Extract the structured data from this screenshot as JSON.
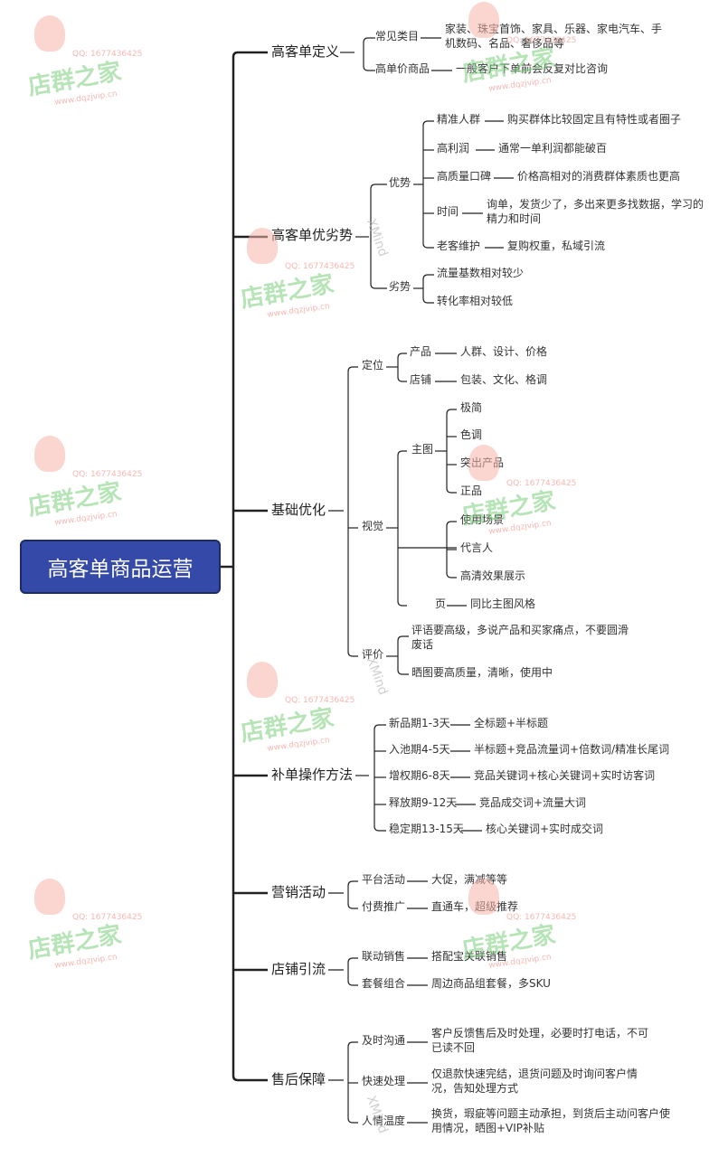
{
  "root": "高客单商品运营",
  "branches": [
    {
      "label": "高客单定义",
      "children": [
        {
          "label": "常见类目",
          "leaf": "家装、珠宝首饰、家具、乐器、家电汽车、手机数码、名品、奢侈品等"
        },
        {
          "label": "高单价商品",
          "leaf": "一般客户下单前会反复对比咨询"
        }
      ]
    },
    {
      "label": "高客单优劣势",
      "children": [
        {
          "label": "优势",
          "children": [
            {
              "label": "精准人群",
              "leaf": "购买群体比较固定且有特性或者圈子"
            },
            {
              "label": "高利润",
              "leaf": "通常一单利润都能破百"
            },
            {
              "label": "高质量口碑",
              "leaf": "价格高相对的消费群体素质也更高"
            },
            {
              "label": "时间",
              "leaf": "询单，发货少了，多出来更多找数据，学习的精力和时间"
            },
            {
              "label": "老客维护",
              "leaf": "复购权重，私域引流"
            }
          ]
        },
        {
          "label": "劣势",
          "children": [
            {
              "label": "流量基数相对较少"
            },
            {
              "label": "转化率相对较低"
            }
          ]
        }
      ]
    },
    {
      "label": "基础优化",
      "children": [
        {
          "label": "定位",
          "children": [
            {
              "label": "产品",
              "leaf": "人群、设计、价格"
            },
            {
              "label": "店铺",
              "leaf": "包装、文化、格调"
            }
          ]
        },
        {
          "label": "视觉",
          "children": [
            {
              "label": "主图",
              "children": [
                {
                  "label": "极简"
                },
                {
                  "label": "色调"
                },
                {
                  "label": "突出产品"
                },
                {
                  "label": "正品"
                }
              ]
            },
            {
              "label": "",
              "children": [
                {
                  "label": "使用场景"
                },
                {
                  "label": "代言人"
                },
                {
                  "label": "高清效果展示"
                }
              ]
            },
            {
              "label": "页",
              "leaf": "同比主图风格"
            }
          ]
        },
        {
          "label": "评价",
          "children": [
            {
              "label": "评语要高级，多说产品和买家痛点，不要圆滑废话"
            },
            {
              "label": "晒图要高质量，清晰，使用中"
            }
          ]
        }
      ]
    },
    {
      "label": "补单操作方法",
      "children": [
        {
          "label": "新品期1-3天",
          "leaf": "全标题+半标题"
        },
        {
          "label": "入池期4-5天",
          "leaf": "半标题+竞品流量词+倍数词/精准长尾词"
        },
        {
          "label": "增权期6-8天",
          "leaf": "竞品关键词+核心关键词+实时访客词"
        },
        {
          "label": "释放期9-12天",
          "leaf": "竞品成交词+流量大词"
        },
        {
          "label": "稳定期13-15天",
          "leaf": "核心关键词+实时成交词"
        }
      ]
    },
    {
      "label": "营销活动",
      "children": [
        {
          "label": "平台活动",
          "leaf": "大促，满减等等"
        },
        {
          "label": "付费推广",
          "leaf": "直通车，超级推荐"
        }
      ]
    },
    {
      "label": "店铺引流",
      "children": [
        {
          "label": "联动销售",
          "leaf": "搭配宝关联销售"
        },
        {
          "label": "套餐组合",
          "leaf": "周边商品组套餐，多SKU"
        }
      ]
    },
    {
      "label": "售后保障",
      "children": [
        {
          "label": "及时沟通",
          "leaf": "客户反馈售后及时处理，必要时打电话，不可已读不回"
        },
        {
          "label": "快速处理",
          "leaf": "仅退款快速完结，退货问题及时询问客户情况，告知处理方式"
        },
        {
          "label": "人情温度",
          "leaf": "换货，瑕疵等问题主动承担，到货后主动问客户使用情况，晒图+VIP补贴"
        }
      ]
    }
  ],
  "watermark": {
    "brand": "店群之家",
    "qq": "QQ: 1677436425",
    "site": "www.dqzjvip.cn",
    "xmind": "XMind"
  },
  "colors": {
    "root_fill": "#3449a8",
    "root_border": "#1d2a63",
    "line": "#222222"
  }
}
